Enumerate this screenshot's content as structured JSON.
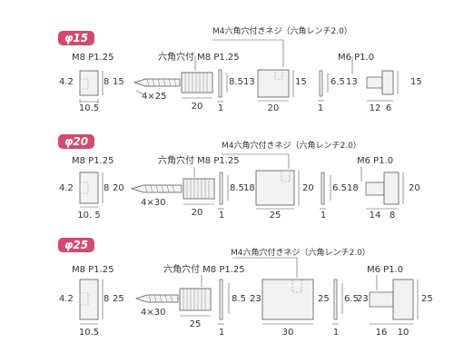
{
  "rows": [
    {
      "badge": "φ15",
      "nut_thread": "M8 P1.25",
      "hex_socket_top": "六角穴付 M8 P1.25",
      "m4_screw": "M4六角穴付きネジ（六角レンチ2.0）",
      "cap_thread": "M6 P1.0",
      "nut_left": "4.2",
      "nut_mid": "8",
      "nut_height": "15",
      "nut_width": "10.5",
      "screw": "4×25",
      "bolt_len": "20",
      "spacer_thk": "1",
      "spacer_h1": "8.5",
      "spacer_h2": "13",
      "body_width": "20",
      "body_height": "15",
      "washer_thk": "1",
      "washer_h1": "6.5",
      "washer_h2": "13",
      "cap_w1": "12",
      "cap_w2": "6",
      "cap_height": "15"
    },
    {
      "badge": "φ20",
      "nut_thread": "M8 P1.25",
      "hex_socket_top": "六角穴付 M8 P1.25",
      "m4_screw": "M4六角穴付きネジ（六角レンチ2.0）",
      "cap_thread": "M6 P1.0",
      "nut_left": "4.2",
      "nut_mid": "8",
      "nut_height": "20",
      "nut_width": "10. 5",
      "screw": "4×30",
      "bolt_len": "20",
      "spacer_thk": "1",
      "spacer_h1": "8.5",
      "spacer_h2": "18",
      "body_width": "25",
      "body_height": "20",
      "washer_thk": "1",
      "washer_h1": "6.5",
      "washer_h2": "18",
      "cap_w1": "14",
      "cap_w2": "8",
      "cap_height": "20"
    },
    {
      "badge": "φ25",
      "nut_thread": "M8 P1.25",
      "hex_socket_top": "六角穴付 M8 P1.25",
      "m4_screw": "M4六角穴付きネジ（六角レンチ2.0）",
      "cap_thread": "M6 P1.0",
      "nut_left": "4.2",
      "nut_mid": "8",
      "nut_height": "25",
      "nut_width": "10.5",
      "screw": "4×30",
      "bolt_len": "25",
      "spacer_thk": "1",
      "spacer_h1": "8.5",
      "spacer_h2": "23",
      "body_width": "30",
      "body_height": "25",
      "washer_thk": "1",
      "washer_h1": "6.5",
      "washer_h2": "23",
      "cap_w1": "16",
      "cap_w2": "10",
      "cap_height": "25"
    }
  ],
  "colors": {
    "badge": "#d24a6e",
    "part_fill": "#f2f2f2",
    "line": "#555555"
  }
}
